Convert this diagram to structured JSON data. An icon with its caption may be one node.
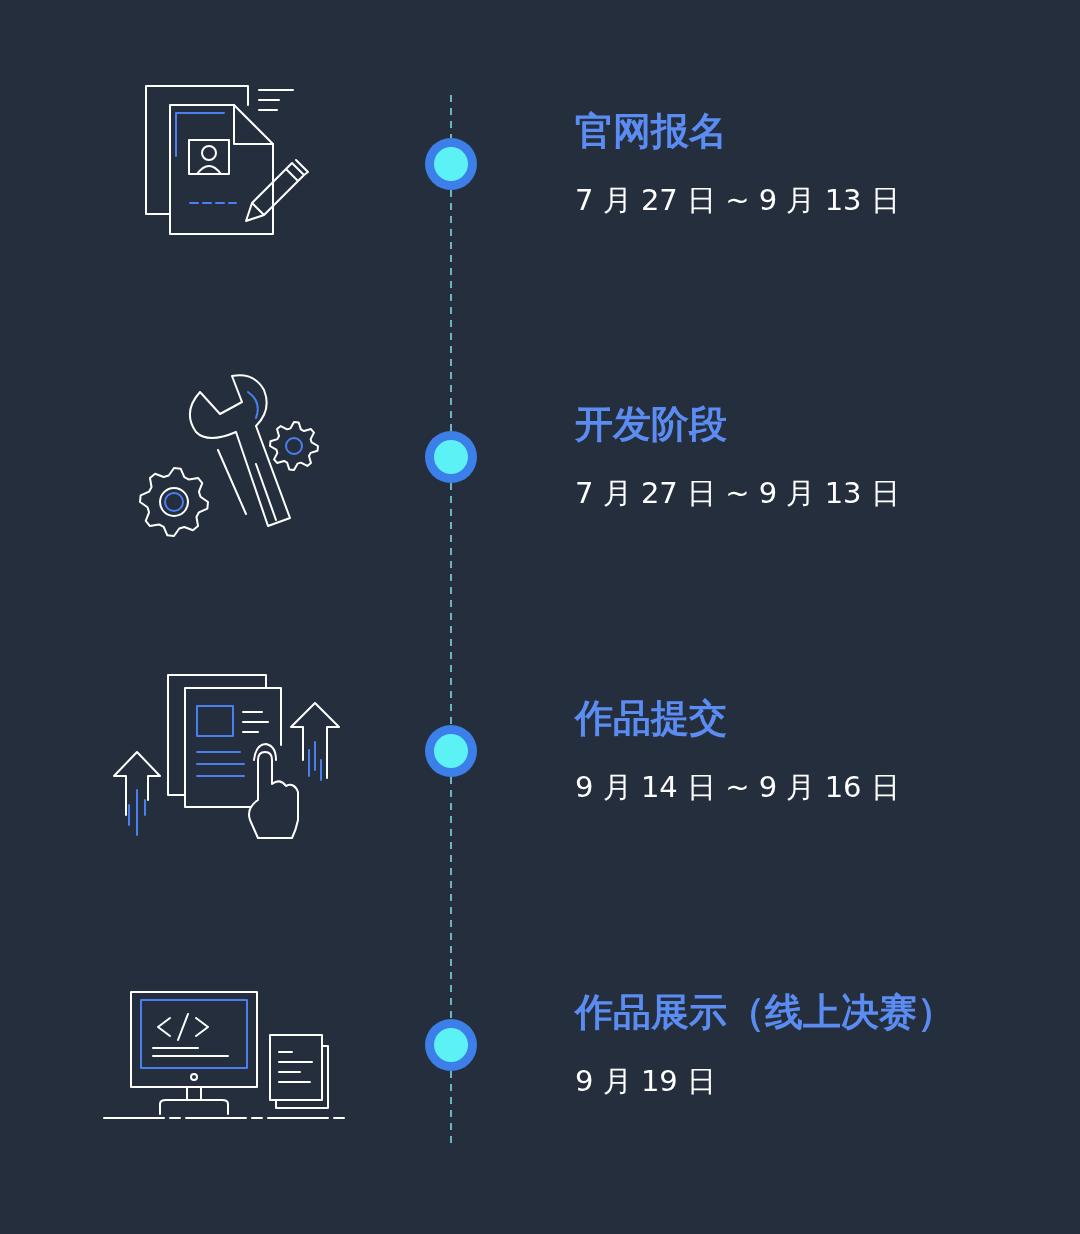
{
  "diagram": {
    "nodes": [
      {
        "text": [],
        "shape": "circle",
        "beside": [
          "官网报名",
          "7 月 27 日 ~ 9 月 13 日"
        ]
      },
      {
        "text": [],
        "shape": "circle",
        "beside": [
          "开发阶段",
          "7 月 27 日 ~ 9 月 13 日"
        ]
      },
      {
        "text": [],
        "shape": "circle",
        "beside": [
          "作品提交",
          "9 月 14 日 ~ 9 月 16 日"
        ]
      },
      {
        "text": [],
        "shape": "circle",
        "beside": [
          "作品展示（线上决赛）",
          "9 月 19 日"
        ]
      }
    ],
    "edges": [
      {
        "from": null,
        "to": 0,
        "arrow": "none",
        "style": "dashed"
      },
      {
        "from": 0,
        "to": 1,
        "arrow": "none",
        "style": "dashed"
      },
      {
        "from": 1,
        "to": 2,
        "arrow": "none",
        "style": "dashed"
      },
      {
        "from": 2,
        "to": 3,
        "arrow": "none",
        "style": "dashed"
      },
      {
        "from": 3,
        "to": null,
        "arrow": "none",
        "style": "dashed"
      }
    ]
  }
}
